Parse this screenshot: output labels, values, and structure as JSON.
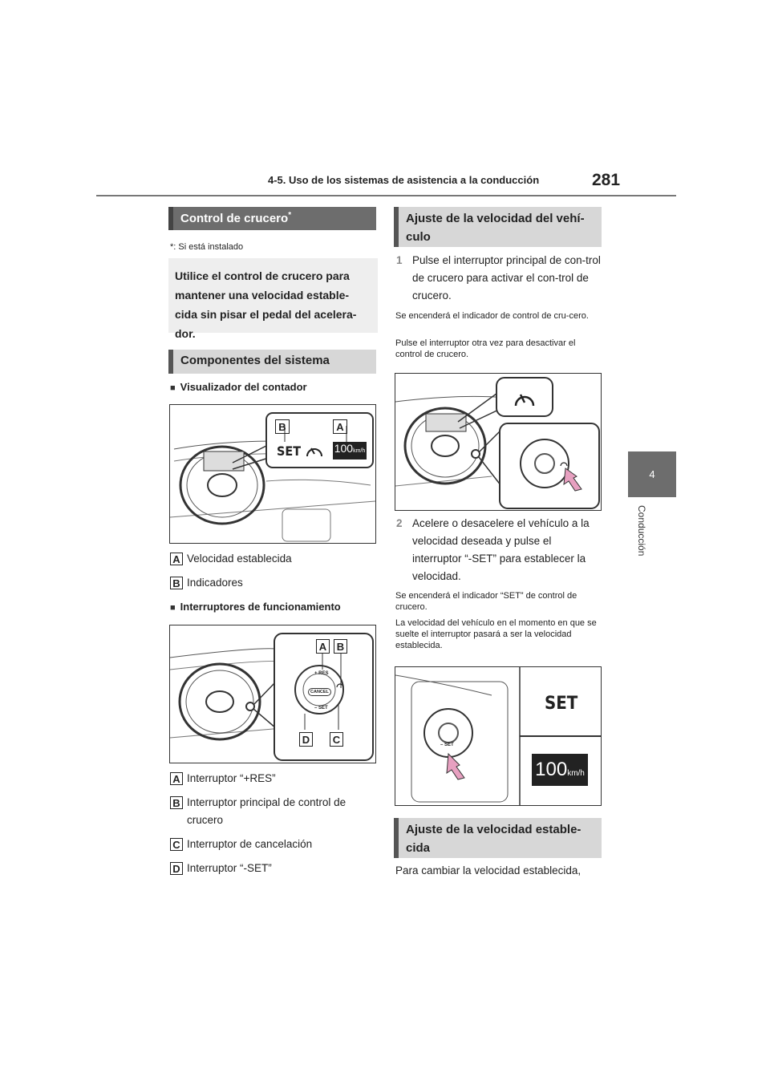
{
  "header": {
    "section_title": "4-5. Uso de los sistemas de asistencia a la conducción",
    "page_number": "281"
  },
  "side_tab": {
    "number": "4",
    "label": "Conducción"
  },
  "left": {
    "main_title": "Control de crucero",
    "main_title_mark": "*",
    "footnote": "*: Si está instalado",
    "intro": "Utilice el control de crucero para mantener una velocidad estable-cida sin pisar el pedal del acelera-dor.",
    "components_title": "Componentes del sistema",
    "meter_sub": "Visualizador del contador",
    "meter_fig": {
      "callout_b": "B",
      "callout_a": "A",
      "set_text": "SET",
      "speed": "100",
      "unit": "km/h"
    },
    "meter_labels": [
      {
        "key": "A",
        "text": "Velocidad establecida"
      },
      {
        "key": "B",
        "text": "Indicadores"
      }
    ],
    "switch_sub": "Interruptores de funcionamiento",
    "switch_fig": {
      "a": "A",
      "b": "B",
      "c": "C",
      "d": "D",
      "res": "+ RES",
      "cancel": "CANCEL",
      "set": "– SET"
    },
    "switch_labels": [
      {
        "key": "A",
        "text": "Interruptor “+RES”"
      },
      {
        "key": "B",
        "text": "Interruptor principal de control de"
      },
      {
        "key": "",
        "text": "crucero"
      },
      {
        "key": "C",
        "text": "Interruptor de cancelación"
      },
      {
        "key": "D",
        "text": "Interruptor “-SET”"
      }
    ]
  },
  "right": {
    "adjust_title": "Ajuste de la velocidad del vehí-culo",
    "step1_num": "1",
    "step1": "Pulse el interruptor principal de con-trol de crucero para activar el con-trol de crucero.",
    "note1a": "Se encenderá el indicador de control de cru-cero.",
    "note1b": "Pulse el interruptor otra vez para desactivar el control de crucero.",
    "step2_num": "2",
    "step2": "Acelere o desacelere el vehículo a la velocidad deseada y pulse el interruptor “-SET” para establecer la velocidad.",
    "note2a": "Se encenderá el indicador “SET” de control de crucero.",
    "note2b": "La velocidad del vehículo en el momento en que se suelte el interruptor pasará a ser la velocidad establecida.",
    "set_fig": {
      "set_text": "SET",
      "speed": "100",
      "unit": "km/h",
      "switch_set": "– SET"
    },
    "set_speed_title": "Ajuste de la velocidad estable-cida",
    "last_line": "Para cambiar la velocidad establecida,"
  },
  "colors": {
    "header_gray": "#6d6d6d",
    "section_bg": "#d7d7d7",
    "intro_bg": "#eeeeee",
    "accent_pink": "#e7a0c0"
  }
}
